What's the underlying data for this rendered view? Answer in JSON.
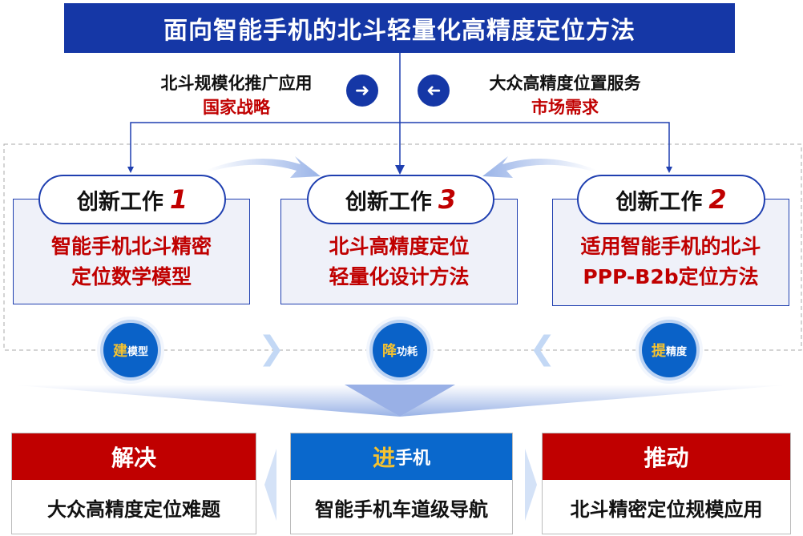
{
  "title": "面向智能手机的北斗轻量化高精度定位方法",
  "left_driver": {
    "line1": "北斗规模化推广应用",
    "line2": "国家战略"
  },
  "right_driver": {
    "line1": "大众高精度位置服务",
    "line2": "市场需求"
  },
  "works": [
    {
      "label": "创新工作",
      "num": "1",
      "line1": "智能手机北斗精密",
      "line2": "定位数学模型"
    },
    {
      "label": "创新工作",
      "num": "3",
      "line1": "北斗高精度定位",
      "line2": "轻量化设计方法"
    },
    {
      "label": "创新工作",
      "num": "2",
      "line1": "适用智能手机的北斗",
      "line2": "PPP-B2b定位方法"
    }
  ],
  "goals": [
    {
      "hi": "建",
      "rest": "模型"
    },
    {
      "hi": "降",
      "rest": "功耗"
    },
    {
      "hi": "提",
      "rest": "精度"
    }
  ],
  "outcomes": [
    {
      "head": "解决",
      "head_hi": "",
      "text": "大众高精度定位难题"
    },
    {
      "head": "手机",
      "head_hi": "进",
      "text": "智能手机车道级导航"
    },
    {
      "head": "推动",
      "head_hi": "",
      "text": "北斗精密定位规模应用"
    }
  ],
  "colors": {
    "blue": "#1537a6",
    "red": "#c00000",
    "mid_blue": "#0a62c8"
  }
}
